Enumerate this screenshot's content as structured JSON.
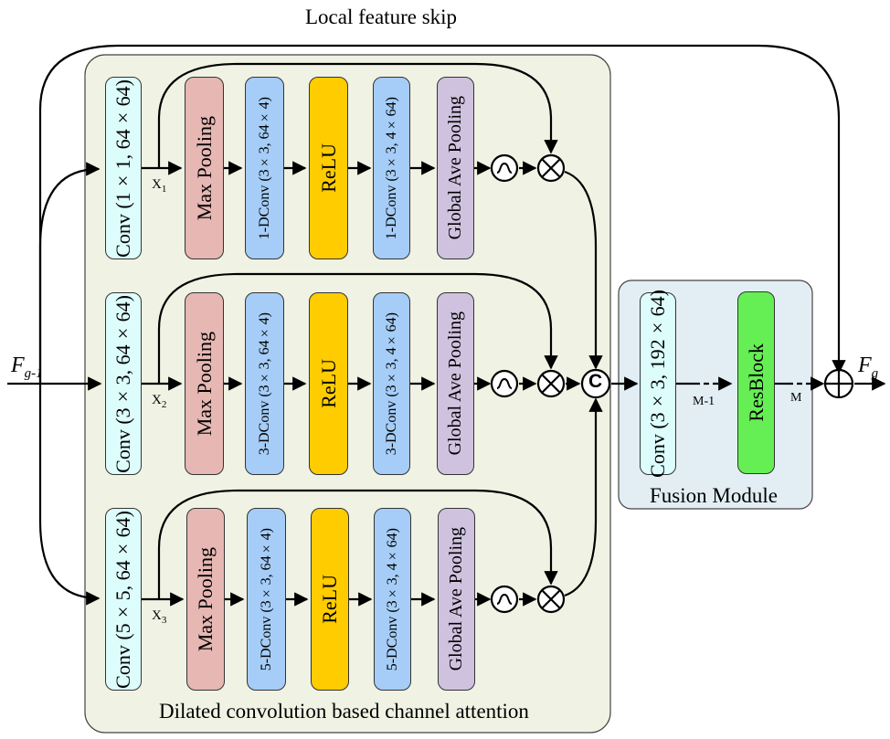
{
  "labels": {
    "local_feature_skip": "Local feature skip",
    "dilated_caption": "Dilated convolution based channel attention",
    "fusion_module": "Fusion Module",
    "input_main": "F",
    "input_sub": "g-1",
    "output_main": "F",
    "output_sub": "g",
    "m_minus_1": "M-1",
    "m": "M",
    "concat": "C"
  },
  "branches": [
    {
      "conv": "Conv (1×1, 64×64)",
      "x_main": "X",
      "x_sub": "1",
      "maxpool": "Max Pooling",
      "dconv1": "1-DConv (3×3, 64×4)",
      "relu": "ReLU",
      "dconv2": "1-DConv (3×3, 4×64)",
      "gap": "Global Ave Pooling"
    },
    {
      "conv": "Conv (3×3, 64×64)",
      "x_main": "X",
      "x_sub": "2",
      "maxpool": "Max Pooling",
      "dconv1": "3-DConv (3×3, 64×4)",
      "relu": "ReLU",
      "dconv2": "3-DConv (3×3, 4×64)",
      "gap": "Global Ave Pooling"
    },
    {
      "conv": "Conv (5×5, 64×64)",
      "x_main": "X",
      "x_sub": "3",
      "maxpool": "Max Pooling",
      "dconv1": "5-DConv (3×3, 64×4)",
      "relu": "ReLU",
      "dconv2": "5-DConv (3×3, 4×64)",
      "gap": "Global Ave Pooling"
    }
  ],
  "fusion": {
    "conv": "Conv (3×3, 192×64)",
    "resblock": "ResBlock"
  },
  "colors": {
    "attention_bg": "#f0f2e4",
    "fusion_bg": "#e2eef4",
    "conv": "#ddfdfd",
    "max_pooling": "#e6b7b3",
    "dconv": "#a5cdf7",
    "relu": "#ffcc00",
    "global_ave_pooling": "#cfc2df",
    "resblock": "#66ee55"
  }
}
